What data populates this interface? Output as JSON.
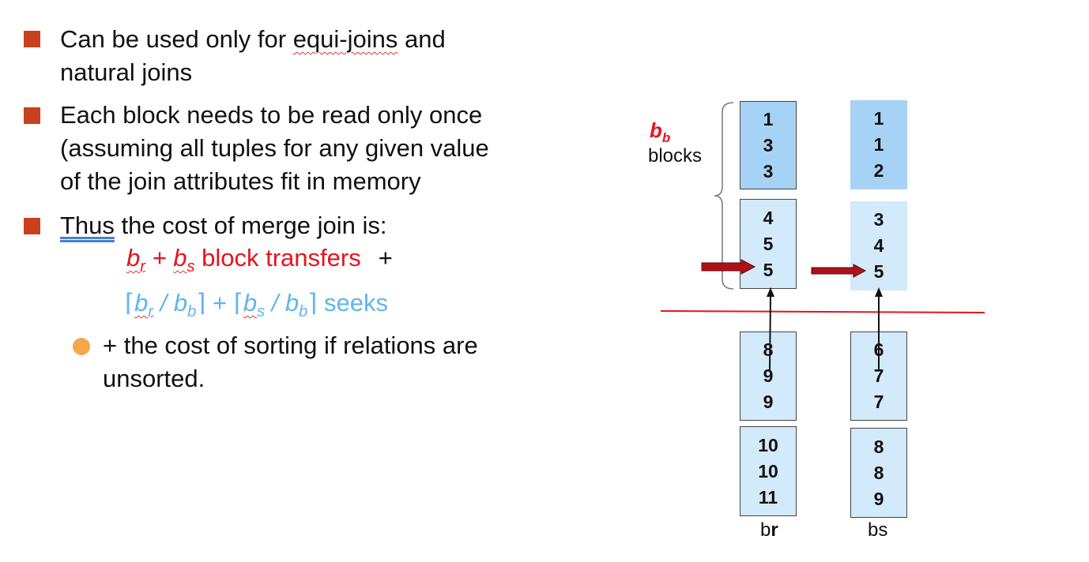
{
  "bullets": [
    {
      "lines": [
        {
          "pre": "Can be used only for ",
          "squig": "equi-joins",
          "post": " and"
        },
        {
          "pre": "natural joins",
          "squig": "",
          "post": ""
        }
      ]
    },
    {
      "lines": [
        {
          "pre": "Each block needs to be read only once",
          "squig": "",
          "post": ""
        },
        {
          "pre": "(assuming all tuples for any given value",
          "squig": "",
          "post": ""
        },
        {
          "pre": "of the join attributes fit in memory",
          "squig": "",
          "post": ""
        }
      ]
    },
    {
      "first_word": "Thus",
      "rest": " the cost of merge join is:"
    }
  ],
  "formula": {
    "br": "b",
    "br_sub": "r",
    "plus": " + ",
    "bs": "b",
    "bs_sub": "s",
    "transfers": "  block transfers",
    "trailing_plus": "+",
    "seeks_expr_open1": "⌈",
    "seeks_br": "b",
    "seeks_br_sub": "r",
    "slash1": " / ",
    "bb1": "b",
    "bb1_sub": "b",
    "close1": "⌉",
    "mid_plus": " + ",
    "open2": "⌈",
    "seeks_bs": "b",
    "seeks_bs_sub": "s",
    "slash2": " / ",
    "bb2": "b",
    "bb2_sub": "b",
    "close2": "⌉",
    "seeks": "  seeks"
  },
  "sub_bullet": {
    "lines": [
      "+ the cost of sorting if relations are",
      "unsorted."
    ]
  },
  "diagram": {
    "bb_label": "b",
    "bb_sub": "b",
    "blocks_label": "blocks",
    "br_blocks": [
      [
        "1",
        "3",
        "3"
      ],
      [
        "4",
        "5",
        "5"
      ],
      [
        "8",
        "9",
        "9"
      ],
      [
        "10",
        "10",
        "11"
      ]
    ],
    "bs_blocks": [
      [
        "1",
        "1",
        "2"
      ],
      [
        "3",
        "4",
        "5"
      ],
      [
        "6",
        "7",
        "7"
      ],
      [
        "8",
        "8",
        "9"
      ]
    ],
    "br_label_b": "b",
    "br_label_r": "r",
    "bs_label": "bs"
  },
  "colors": {
    "bullet_square": "#c8401e",
    "bullet_dot": "#f6a64c",
    "formula_red": "#e8121e",
    "formula_blue": "#5fb6ec",
    "divider_red": "#e8121e",
    "arrow_fill": "#b0101a",
    "block_light": "#d2eafa",
    "block_dark": "#a6d3f5"
  }
}
